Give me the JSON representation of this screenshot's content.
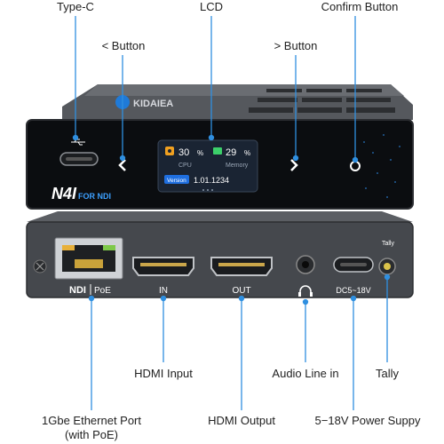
{
  "callouts": {
    "type_c": "Type-C",
    "lcd": "LCD",
    "confirm_button": "Confirm Button",
    "prev_button": "< Button",
    "next_button": "> Button",
    "hdmi_input": "HDMI Input",
    "audio_line_in": "Audio Line in",
    "tally": "Tally",
    "ethernet": "1Gbe Ethernet Port",
    "ethernet_sub": "(with PoE)",
    "hdmi_output": "HDMI Output",
    "power_supply": "5−18V Power Suppy"
  },
  "device": {
    "brand": "KIDAIEA",
    "model": "N4I",
    "model_badge": "FOR NDI",
    "lcd": {
      "cpu_value": "30",
      "cpu_unit": "%",
      "cpu_label": "CPU",
      "memory_value": "29",
      "memory_unit": "%",
      "memory_label": "Memory",
      "version_label": "Version",
      "version_value": "1.01.1234"
    },
    "back_labels": {
      "ndi": "NDI",
      "poe": "PoE",
      "in": "IN",
      "out": "OUT",
      "dc": "DC5~18V",
      "tally": "Tally"
    }
  },
  "colors": {
    "callout_line": "#2f8fe0",
    "body_dark": "#3a3c40",
    "front_panel": "#0b0d10",
    "lcd_bg": "#1a2433",
    "cpu_accent": "#f0a020",
    "memory_accent": "#3ccf6a",
    "version_badge": "#1f6fe0"
  }
}
